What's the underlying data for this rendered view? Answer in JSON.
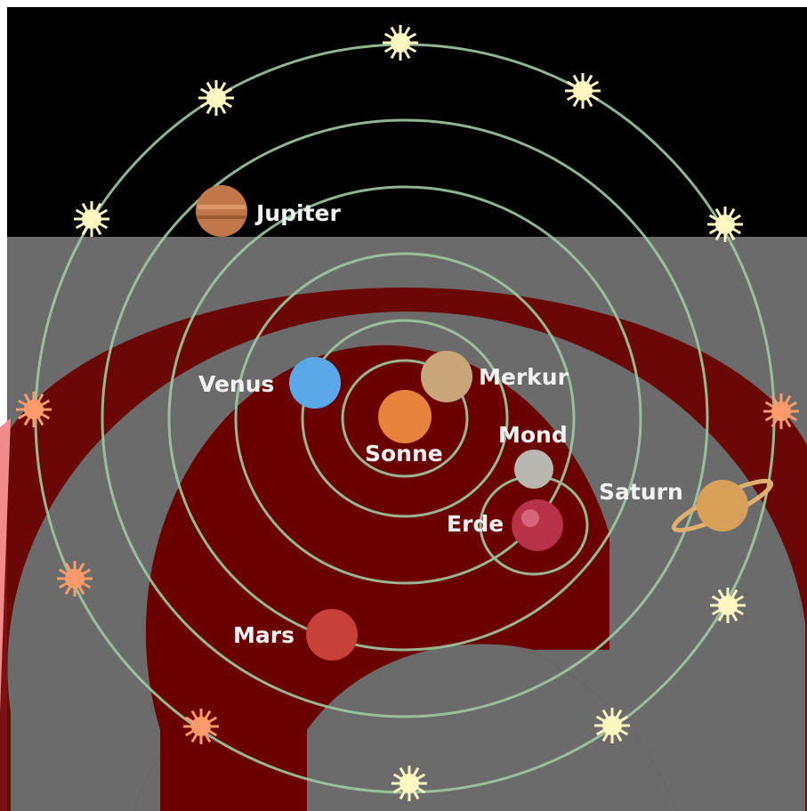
{
  "labels": {
    "jupiter": "Jupiter",
    "venus": "Venus",
    "merkur": "Merkur",
    "mond": "Mond",
    "sonne": "Sonne",
    "saturn": "Saturn",
    "erde": "Erde",
    "mars": "Mars"
  },
  "colors": {
    "orbit": "#9fc9a3",
    "star": "#fff7c2",
    "sonne": "#e8833e",
    "merkur": "#c9a67a",
    "venus": "#5aa8e8",
    "mond": "#b8b8b0",
    "erde": "#b8324a",
    "mars": "#c7403a",
    "jupiter": "#c0784a",
    "saturn": "#d9a05a",
    "overlay_gray": "#6b6b6b",
    "overlay_red": "#6a0000",
    "sky": "#000000"
  }
}
